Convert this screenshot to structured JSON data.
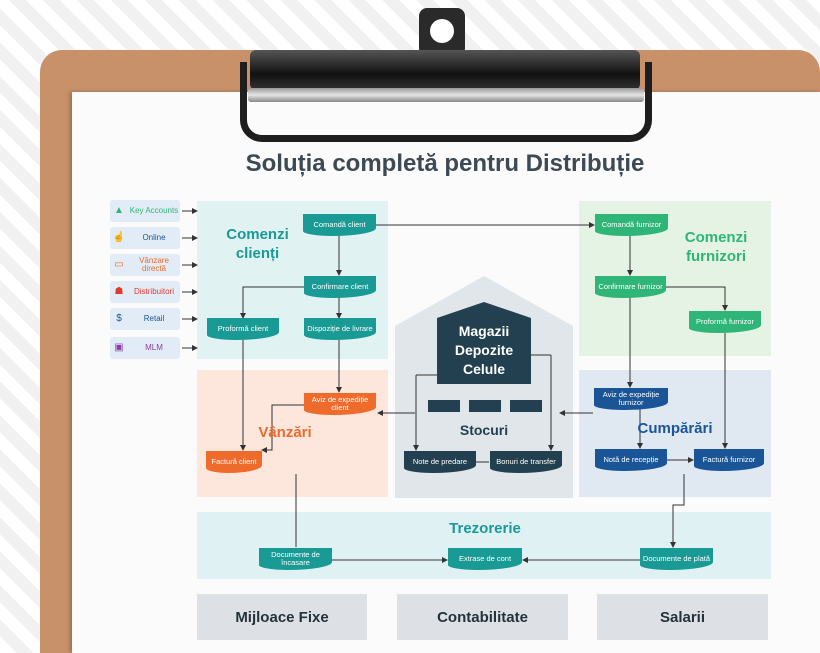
{
  "title": "Soluția completă pentru Distribuție",
  "channels": [
    {
      "label": "Key Accounts",
      "icon": "android-icon",
      "glyph": "▲",
      "color": "#2fb577"
    },
    {
      "label": "Online",
      "icon": "touch-icon",
      "glyph": "☝",
      "color": "#1a5597"
    },
    {
      "label": "Vânzare directă",
      "icon": "wallet-icon",
      "glyph": "▭",
      "color": "#ee6b2c"
    },
    {
      "label": "Distribuitori",
      "icon": "people-icon",
      "glyph": "☗",
      "color": "#e43a2c"
    },
    {
      "label": "Retail",
      "icon": "dollar-icon",
      "glyph": "$",
      "color": "#1a5597"
    },
    {
      "label": "MLM",
      "icon": "presentation-icon",
      "glyph": "▣",
      "color": "#8a3fa6"
    }
  ],
  "regions": {
    "comenzi_clienti": "Comenzi clienți",
    "comenzi_furnizori": "Comenzi furnizori",
    "vanzari": "Vânzări",
    "cumparari": "Cumpărări",
    "stocuri": "Stocuri",
    "trezorerie": "Trezorerie",
    "magazii": "Magazii Depozite Celule"
  },
  "nodes": {
    "comanda_client": "Comandă client",
    "confirmare_client": "Confirmare client",
    "proforma_client": "Proformă client",
    "dispozitie_livrare": "Dispoziție de livrare",
    "aviz_client": "Aviz de expediție client",
    "factura_client": "Factură client",
    "comanda_furnizor": "Comandă furnizor",
    "confirmare_furnizor": "Confirmare furnizor",
    "proforma_furnizor": "Proformă furnizor",
    "aviz_furnizor": "Aviz de expediție furnizor",
    "nota_receptie": "Notă de recepție",
    "factura_furnizor": "Factură furnizor",
    "note_predare": "Note de predare",
    "bonuri_transfer": "Bonuri de transfer",
    "documente_incasare": "Documente de încasare",
    "extrase_cont": "Extrase de cont",
    "documente_plata": "Documente de plată"
  },
  "modules": [
    "Mijloace Fixe",
    "Contabilitate",
    "Salarii"
  ],
  "colors": {
    "green": "#2fb577",
    "teal": "#1a9a95",
    "orange": "#ee6b2c",
    "blue": "#1a5597",
    "dark": "#22404f",
    "board": "#c8916a"
  }
}
